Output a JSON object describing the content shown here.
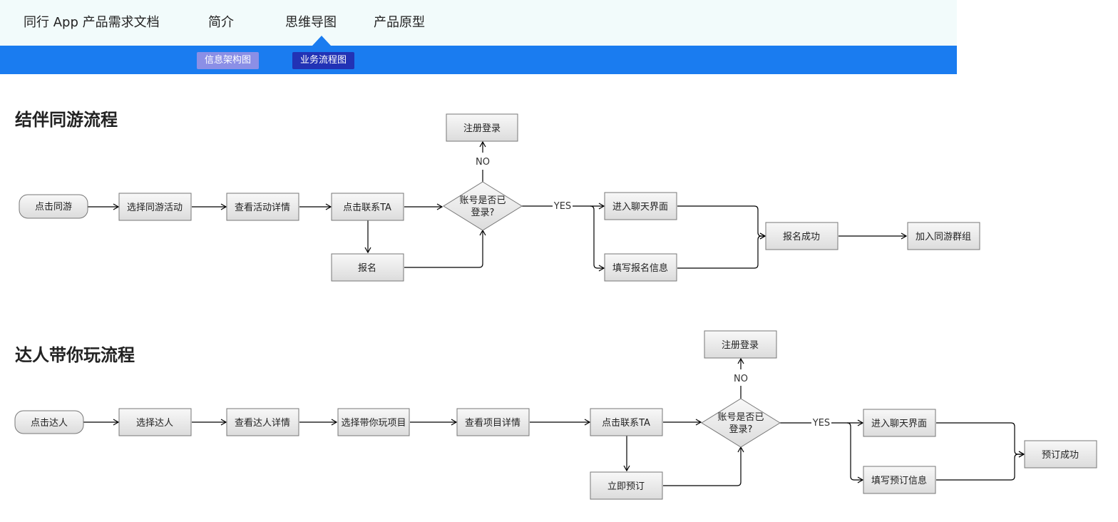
{
  "header": {
    "app_title": "同行 App 产品需求文档",
    "nav": [
      "简介",
      "思维导图",
      "产品原型"
    ],
    "active_nav": "思维导图",
    "subtabs": [
      "信息架构图",
      "业务流程图"
    ],
    "active_subtab": "业务流程图"
  },
  "flows": [
    {
      "title": "结伴同游流程",
      "nodes": {
        "start": "点击同游",
        "n1": "选择同游活动",
        "n2": "查看活动详情",
        "n3": "点击联系TA",
        "n4": "报名",
        "decision": [
          "账号是否已",
          "登录?"
        ],
        "register": "注册登录",
        "chat": "进入聊天界面",
        "form": "填写报名信息",
        "success": "报名成功",
        "join": "加入同游群组"
      },
      "labels": {
        "no": "NO",
        "yes": "YES"
      }
    },
    {
      "title": "达人带你玩流程",
      "nodes": {
        "start": "点击达人",
        "n1": "选择达人",
        "n2": "查看达人详情",
        "n3": "选择带你玩项目",
        "n4": "查看项目详情",
        "n5": "点击联系TA",
        "n6": "立即预订",
        "decision": [
          "账号是否已",
          "登录?"
        ],
        "register": "注册登录",
        "chat": "进入聊天界面",
        "form": "填写预订信息",
        "success": "预订成功"
      },
      "labels": {
        "no": "NO",
        "yes": "YES"
      }
    }
  ]
}
